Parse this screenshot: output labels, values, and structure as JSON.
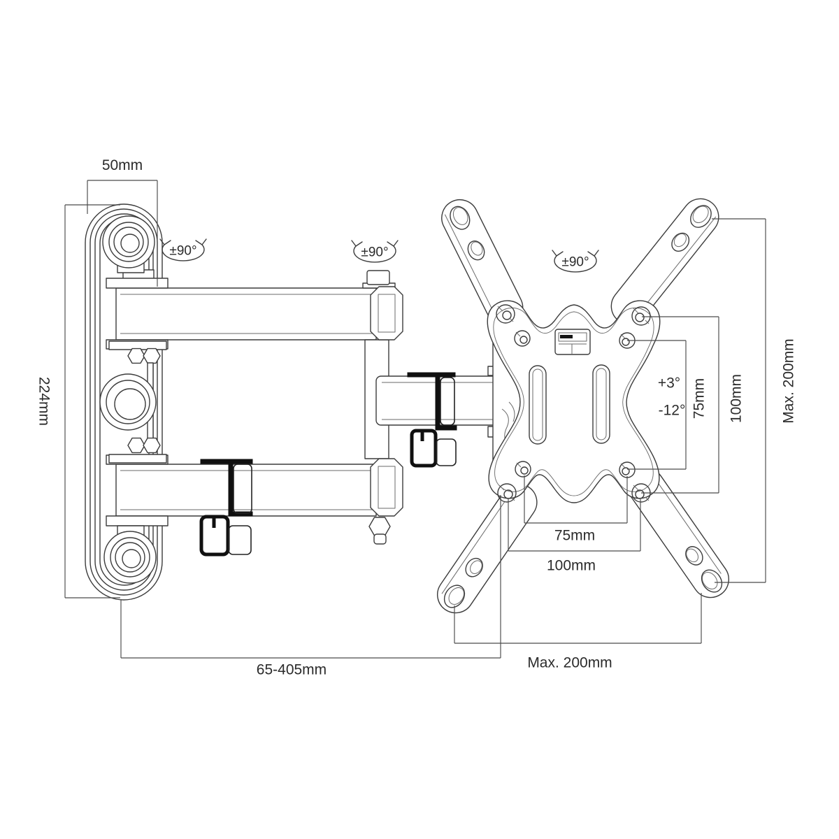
{
  "diagram": {
    "type": "technical-drawing",
    "subject": "full-motion TV wall mount bracket, side view with VESA plate",
    "labels": {
      "wall_plate_width": "50mm",
      "wall_plate_height": "224mm",
      "swivel_wall_joint": "±90°",
      "swivel_elbow_joint": "±90°",
      "swivel_vesa_joint": "±90°",
      "tilt_up": "+3°",
      "tilt_down": "-12°",
      "vesa_height_75": "75mm",
      "vesa_height_100": "100mm",
      "vesa_width_75": "75mm",
      "vesa_width_100": "100mm",
      "max_screen_height": "Max. 200mm",
      "max_screen_width": "Max. 200mm",
      "extension_range": "65-405mm"
    },
    "colors": {
      "line": "#3c3c3c",
      "dimension_line": "#4a4a4a",
      "clip": "#101010",
      "background": "#ffffff",
      "text": "#2b2b2b"
    }
  }
}
